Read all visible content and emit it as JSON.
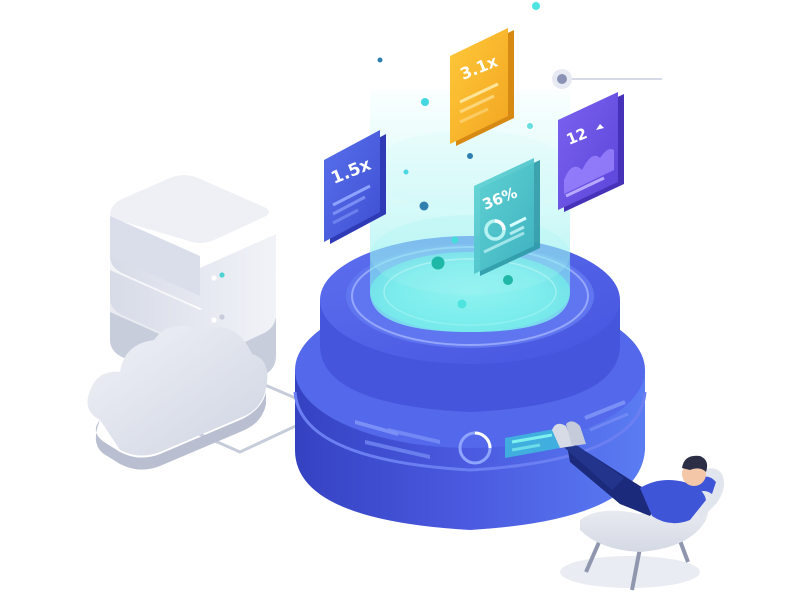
{
  "illustration": {
    "cards": {
      "left": {
        "label": "1.5x"
      },
      "top": {
        "label": "3.1x"
      },
      "right": {
        "label": "12"
      },
      "center": {
        "label": "36%"
      }
    }
  },
  "palette": {
    "platform_top": "#4f63e8",
    "platform_side": "#3a48cf",
    "hologram": "#7ff3f0",
    "card_yellow": "#f7b52c",
    "card_blue": "#4a5fe0",
    "card_purple": "#6f55e6",
    "card_teal": "#4fc6c8",
    "server": "#e6e9f2",
    "cloud": "#e3e6ef"
  }
}
